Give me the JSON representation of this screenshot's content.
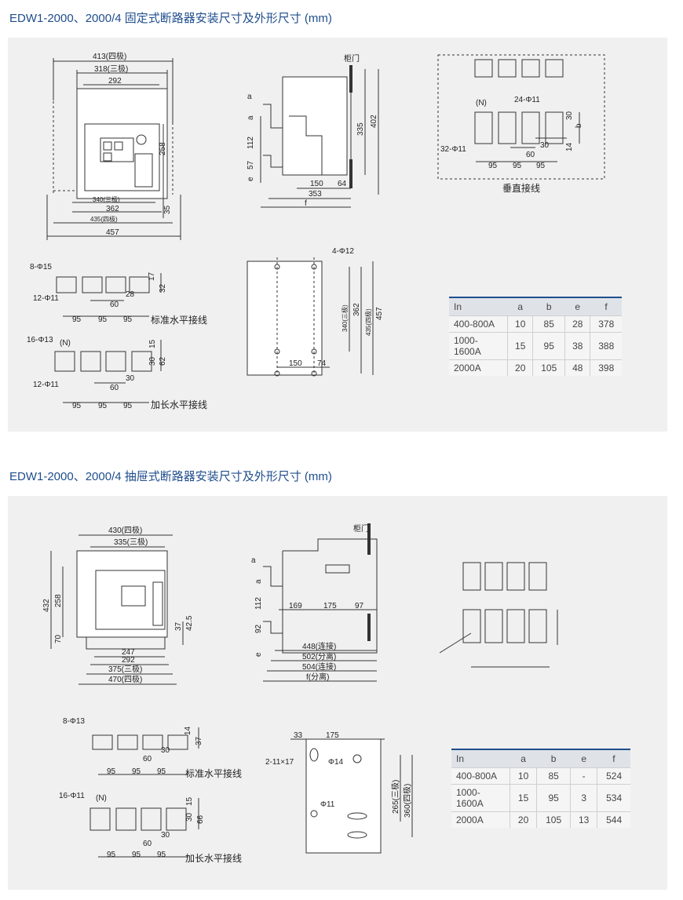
{
  "section1": {
    "title": "EDW1-2000、2000/4 固定式断路器安装尺寸及外形尺寸 (mm)",
    "front": {
      "d413": "413(四极)",
      "d318": "318(三极)",
      "d292": "292",
      "d258": "258",
      "d340": "340(三极)",
      "d362": "362",
      "d435": "435(四极)",
      "d457": "457",
      "d35": "35"
    },
    "side": {
      "door": "柜门",
      "a1": "a",
      "a2": "a",
      "e": "e",
      "d112": "112",
      "d57": "57",
      "d335": "335",
      "d402": "402",
      "d150": "150",
      "d64": "64",
      "d353": "353",
      "f": "f"
    },
    "vertical": {
      "n": "(N)",
      "hole24": "24-Φ11",
      "hole32": "32-Φ11",
      "d30a": "30",
      "b": "b",
      "d30b": "30",
      "d14": "14",
      "d60": "60",
      "d95a": "95",
      "d95b": "95",
      "d95c": "95",
      "caption": "垂直接线"
    },
    "std": {
      "hole8": "8-Φ15",
      "hole12": "12-Φ11",
      "d17": "17",
      "d28": "28",
      "d32": "32",
      "d60": "60",
      "d95a": "95",
      "d95b": "95",
      "d95c": "95",
      "caption": "标准水平接线"
    },
    "ext": {
      "hole16": "16-Φ13",
      "n": "(N)",
      "hole12": "12-Φ11",
      "d15": "15",
      "d30a": "30",
      "d62": "62",
      "d30b": "30",
      "d60": "60",
      "d95a": "95",
      "d95b": "95",
      "d95c": "95",
      "caption": "加长水平接线"
    },
    "mount": {
      "hole": "4-Φ12",
      "d340": "340(三极)",
      "d362": "362",
      "d435": "435(四极)",
      "d457": "457",
      "d150": "150",
      "d74": "74"
    },
    "table": {
      "headers": [
        "In",
        "a",
        "b",
        "e",
        "f"
      ],
      "rows": [
        [
          "400-800A",
          "10",
          "85",
          "28",
          "378"
        ],
        [
          "1000-1600A",
          "15",
          "95",
          "38",
          "388"
        ],
        [
          "2000A",
          "20",
          "105",
          "48",
          "398"
        ]
      ]
    }
  },
  "section2": {
    "title": "EDW1-2000、2000/4 抽屉式断路器安装尺寸及外形尺寸 (mm)",
    "front": {
      "d430": "430(四极)",
      "d335": "335(三极)",
      "d432": "432",
      "d258": "258",
      "d70": "70",
      "d37": "37",
      "d42": "42.5",
      "d247": "247",
      "d292": "292",
      "d375": "375(三极)",
      "d470": "470(四极)"
    },
    "side": {
      "door": "柜门",
      "a1": "a",
      "a2": "a",
      "e": "e",
      "d112": "112",
      "d92": "92",
      "d169": "169",
      "d175": "175",
      "d97": "97",
      "d448": "448(连接)",
      "d502": "502(分离)",
      "d504": "504(连接)",
      "f": "f(分离)"
    },
    "std": {
      "hole8": "8-Φ13",
      "d14": "14",
      "d37": "37",
      "d60": "60",
      "d30": "30",
      "d95a": "95",
      "d95b": "95",
      "d95c": "95",
      "caption": "标准水平接线"
    },
    "ext": {
      "hole16": "16-Φ11",
      "n": "(N)",
      "d15": "15",
      "d30a": "30",
      "d66": "66",
      "d60": "60",
      "d30b": "30",
      "d95a": "95",
      "d95b": "95",
      "d95c": "95",
      "caption": "加长水平接线"
    },
    "mount": {
      "d33": "33",
      "d175": "175",
      "slot": "2-11×17",
      "hole14": "Φ14",
      "hole11": "Φ11",
      "d265": "265(三极)",
      "d360": "360(四极)"
    },
    "table": {
      "headers": [
        "In",
        "a",
        "b",
        "e",
        "f"
      ],
      "rows": [
        [
          "400-800A",
          "10",
          "85",
          "-",
          "524"
        ],
        [
          "1000-1600A",
          "15",
          "95",
          "3",
          "534"
        ],
        [
          "2000A",
          "20",
          "105",
          "13",
          "544"
        ]
      ]
    }
  }
}
